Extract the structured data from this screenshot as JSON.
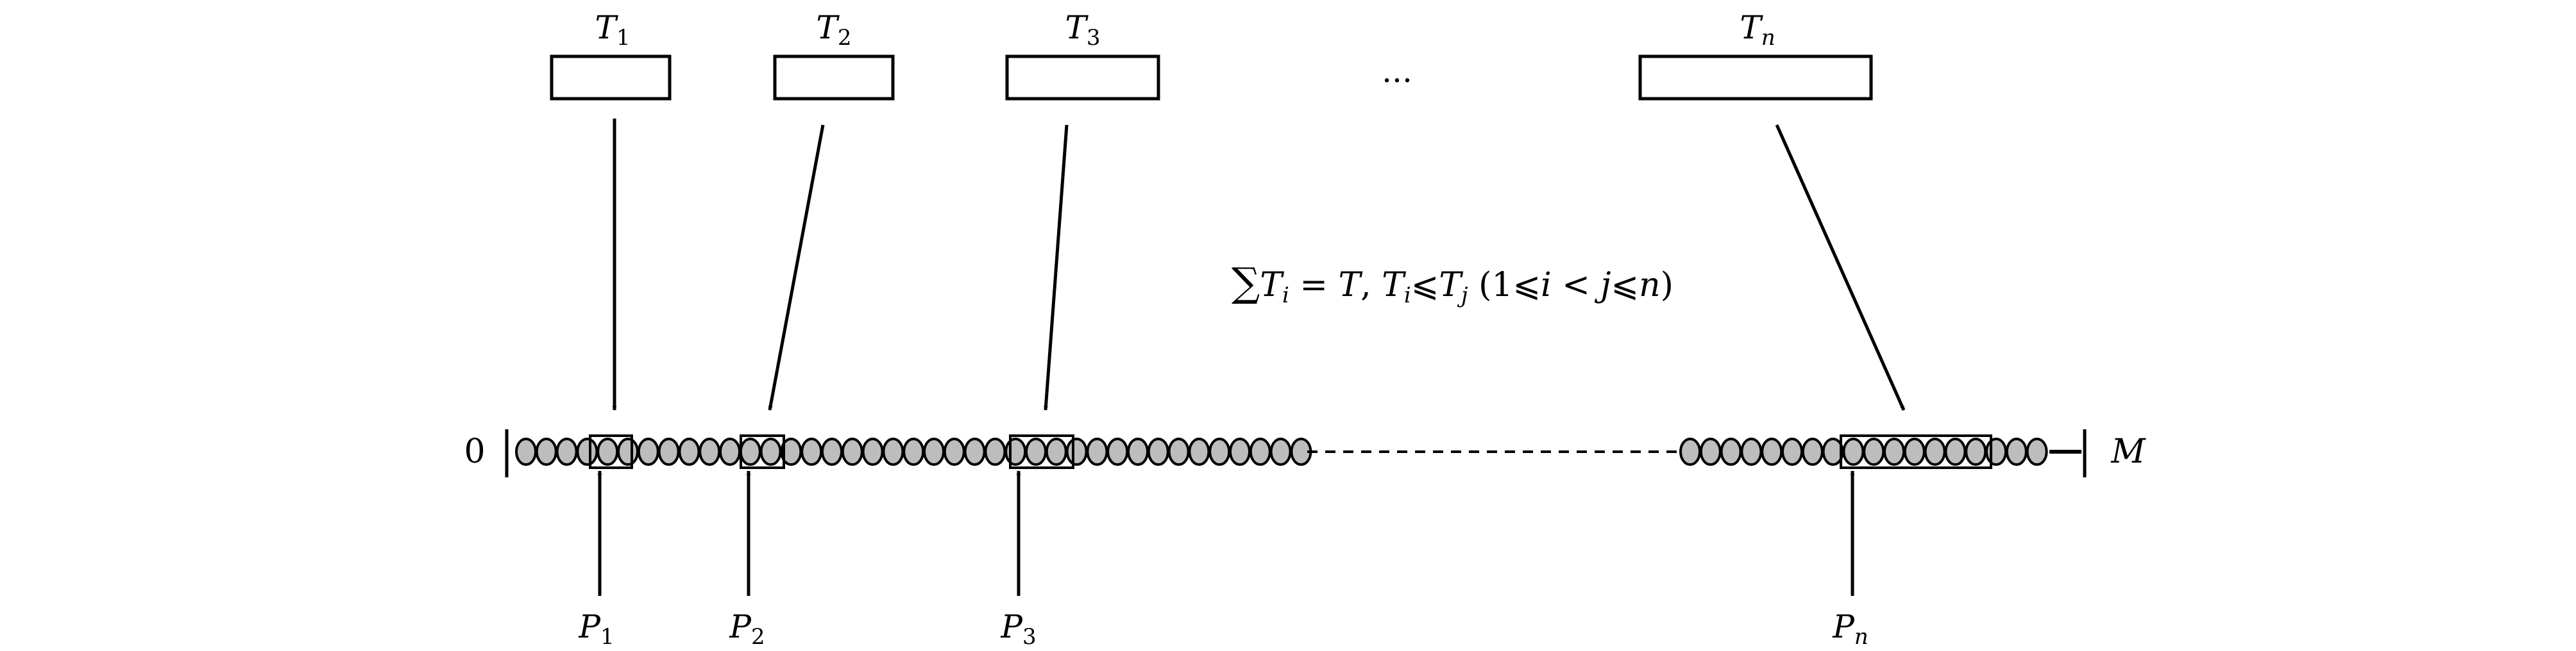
{
  "tasks": [
    {
      "sym": "T",
      "sub": "1"
    },
    {
      "sym": "T",
      "sub": "2"
    },
    {
      "sym": "T",
      "sub": "3"
    },
    {
      "sym": "T",
      "sub": "n"
    }
  ],
  "ellipsis": "...",
  "processors": [
    {
      "sym": "P",
      "sub": "1"
    },
    {
      "sym": "P",
      "sub": "2"
    },
    {
      "sym": "P",
      "sub": "3"
    },
    {
      "sym": "P",
      "sub": "n"
    }
  ],
  "axis": {
    "start_label": "0",
    "end_label": "M"
  },
  "constraint": {
    "sum": "∑",
    "t": "T",
    "i": "i",
    "eq": " = ",
    "big_t": "T",
    "comma": ", ",
    "t2": "T",
    "i2": "i",
    "leq": "⩽",
    "t3": "T",
    "j": "j",
    "open": " (1",
    "leq2": "⩽",
    "i3": "i",
    "lt": " < ",
    "j2": "j",
    "leq3": "⩽",
    "n": "n",
    "close": ")"
  },
  "colors": {
    "bead_fill": "#bdbdbd",
    "line": "#000000"
  }
}
